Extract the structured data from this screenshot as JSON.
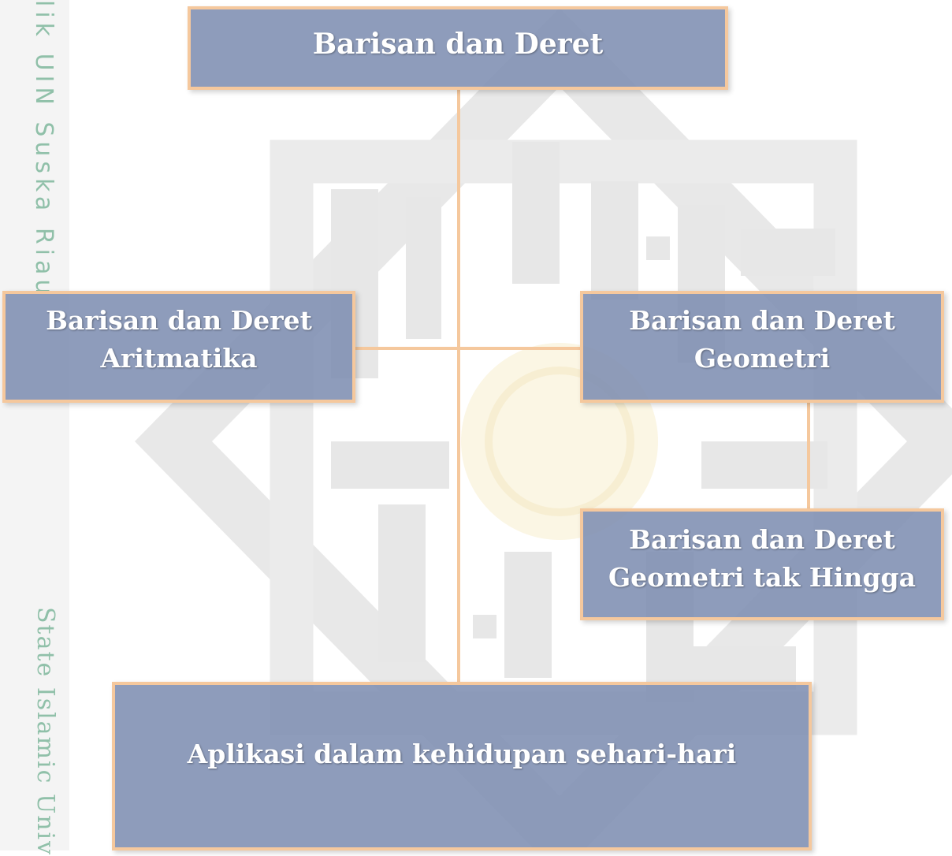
{
  "watermark": {
    "side_top": "lik UIN Suska Riau",
    "side_bottom": "State Islamic Univ"
  },
  "diagram": {
    "root": "Barisan dan Deret",
    "arithmetic": [
      "Barisan dan Deret",
      "Aritmatika"
    ],
    "geometric": [
      "Barisan dan Deret",
      "Geometri"
    ],
    "geometric_infinite": [
      "Barisan dan Deret",
      "Geometri tak Hingga"
    ],
    "application": "Aplikasi dalam kehidupan sehari-hari"
  },
  "colors": {
    "box_fill": "#7e8eb2",
    "box_border": "#f5c89d",
    "connector": "#f5c89d",
    "watermark_text": "#7fb89c",
    "logo_gray": "#d9d9d9",
    "logo_gold": "#f3e6b8"
  }
}
